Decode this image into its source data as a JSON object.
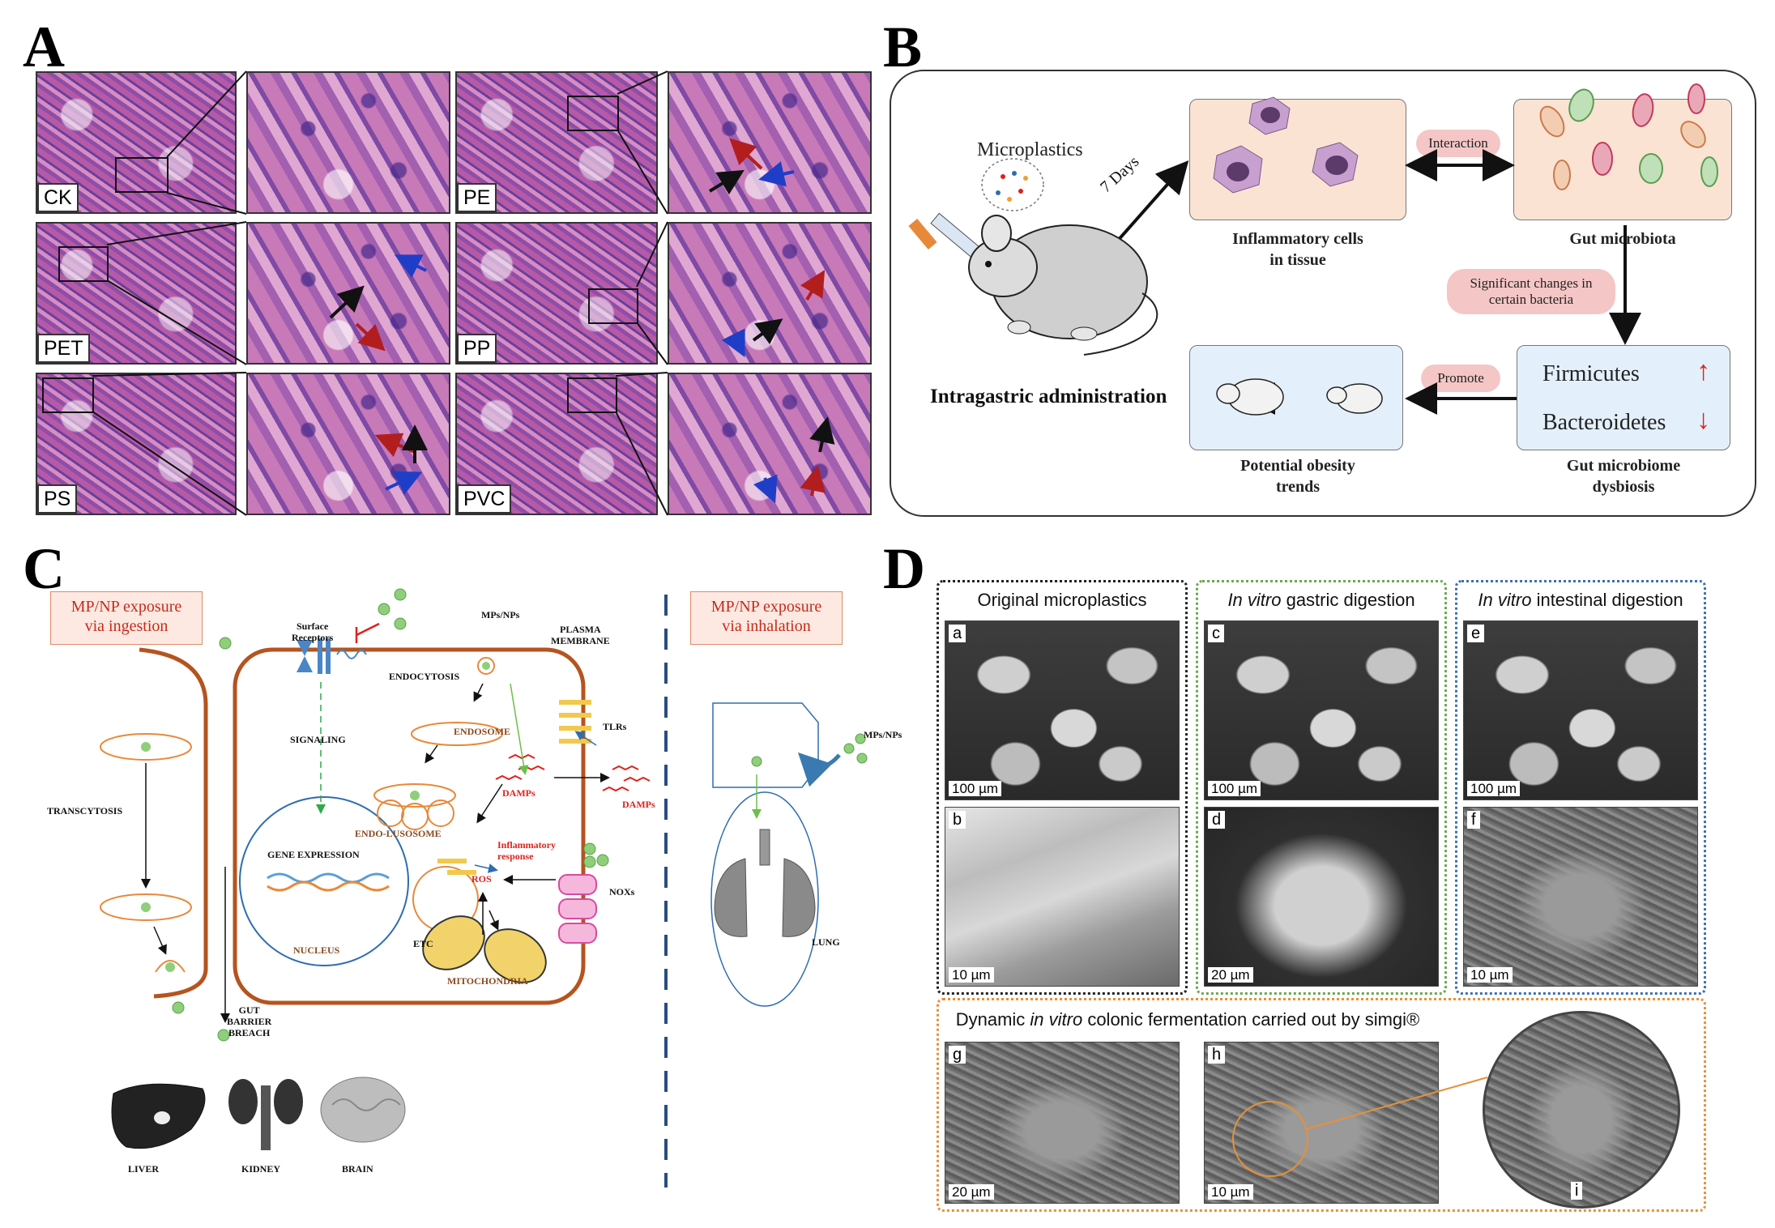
{
  "panels": {
    "A": "A",
    "B": "B",
    "C": "C",
    "D": "D"
  },
  "panel_a": {
    "labels": [
      "CK",
      "PE",
      "PET",
      "PP",
      "PS",
      "PVC"
    ]
  },
  "panel_b": {
    "microplastics": "Microplastics",
    "days": "7 Days",
    "intragastric": "Intragastric administration",
    "inflammatory_cells": "Inflammatory cells\nin tissue",
    "interaction": "Interaction",
    "gut_microbiota": "Gut microbiota",
    "significant_changes": "Significant changes in\ncertain bacteria",
    "firmicutes": "Firmicutes",
    "bacteroidetes": "Bacteroidetes",
    "up_arrow": "↑",
    "down_arrow": "↓",
    "promote": "Promote",
    "potential_obesity": "Potential obesity\ntrends",
    "gut_dysbiosis": "Gut microbiome\ndysbiosis",
    "colors": {
      "cells_bg": "#fbe3d4",
      "microbiota_bg": "#fbe3d4",
      "bacteria_bg": "#e3f0fb",
      "obesity_bg": "#e3f0fb",
      "pill": "#f5c6c6"
    }
  },
  "panel_c": {
    "ingestion": "MP/NP exposure\nvia ingestion",
    "inhalation": "MP/NP exposure\nvia inhalation",
    "surface_receptors": "Surface\nReceptors",
    "mps_nps": "MPs/NPs",
    "plasma_membrane": "PLASMA\nMEMBRANE",
    "endocytosis": "ENDOCYTOSIS",
    "endosome": "ENDOSOME",
    "signaling": "SIGNALING",
    "endo_lusosome": "ENDO-LUSOSOME",
    "tlrs": "TLRs",
    "damps_in": "DAMPs",
    "damps_out": "DAMPs",
    "transcytosis": "TRANSCYTOSIS",
    "gene_expression": "GENE EXPRESSION",
    "nucleus": "NUCLEUS",
    "inflammatory": "Inflammatory\nresponse",
    "ros": "ROS",
    "etc": "ETC",
    "mitochondria": "MITOCHONDRIA",
    "noxs": "NOXs",
    "mps_nps_lung": "MPs/NPs",
    "lung": "LUNG",
    "gut_barrier": "GUT\nBARRIER\nBREACH",
    "liver": "LIVER",
    "kidney": "KIDNEY",
    "brain": "BRAIN",
    "colors": {
      "membrane": "#b5541f",
      "vesicle": "#e8893a",
      "nucleus": "#2e6db0",
      "particle": "#8fcf7a",
      "red": "#e0211b"
    }
  },
  "panel_d": {
    "head_original": "Original microplastics",
    "head_gastric_italic": "In vitro",
    "head_gastric": " gastric digestion",
    "head_intestinal_italic": "In vitro",
    "head_intestinal": " intestinal digestion",
    "colonic_pre": "Dynamic ",
    "colonic_italic": "in vitro",
    "colonic_post": " colonic fermentation carried out by simgi®",
    "images": [
      {
        "letter": "a",
        "scale": "100 µm"
      },
      {
        "letter": "b",
        "scale": "10 µm"
      },
      {
        "letter": "c",
        "scale": "100 µm"
      },
      {
        "letter": "d",
        "scale": "20 µm"
      },
      {
        "letter": "e",
        "scale": "100 µm"
      },
      {
        "letter": "f",
        "scale": "10 µm"
      },
      {
        "letter": "g",
        "scale": "20 µm"
      },
      {
        "letter": "h",
        "scale": "10 µm"
      },
      {
        "letter": "i",
        "scale": ""
      }
    ],
    "colors": {
      "original": "#222222",
      "gastric": "#6aa84f",
      "intestinal": "#3d6fb6",
      "colonic": "#e69138"
    }
  }
}
